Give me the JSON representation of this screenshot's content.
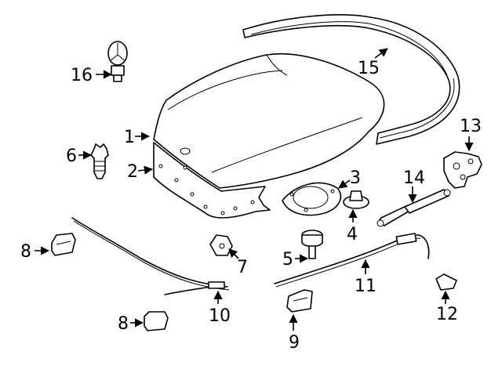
{
  "diagram": {
    "callouts": [
      {
        "id": "16",
        "label": "16",
        "part": "emblem"
      },
      {
        "id": "15",
        "label": "15",
        "part": "hood-weatherstrip-seal"
      },
      {
        "id": "1",
        "label": "1",
        "part": "hood-panel"
      },
      {
        "id": "2",
        "label": "2",
        "part": "hood-insulation-pad"
      },
      {
        "id": "6",
        "label": "6",
        "part": "insulation-clip"
      },
      {
        "id": "3",
        "label": "3",
        "part": "mounting-plate"
      },
      {
        "id": "4",
        "label": "4",
        "part": "hood-bumper-cushion"
      },
      {
        "id": "13",
        "label": "13",
        "part": "hood-hinge"
      },
      {
        "id": "14",
        "label": "14",
        "part": "hood-lift-support"
      },
      {
        "id": "8a",
        "label": "8",
        "part": "cable-bracket-upper"
      },
      {
        "id": "7",
        "label": "7",
        "part": "release-handle-clip"
      },
      {
        "id": "5",
        "label": "5",
        "part": "bump-stop"
      },
      {
        "id": "11",
        "label": "11",
        "part": "release-cable-front"
      },
      {
        "id": "10",
        "label": "10",
        "part": "release-cable-rear"
      },
      {
        "id": "8b",
        "label": "8",
        "part": "cable-bracket-lower"
      },
      {
        "id": "9",
        "label": "9",
        "part": "hood-latch"
      },
      {
        "id": "12",
        "label": "12",
        "part": "cable-clip"
      }
    ]
  }
}
